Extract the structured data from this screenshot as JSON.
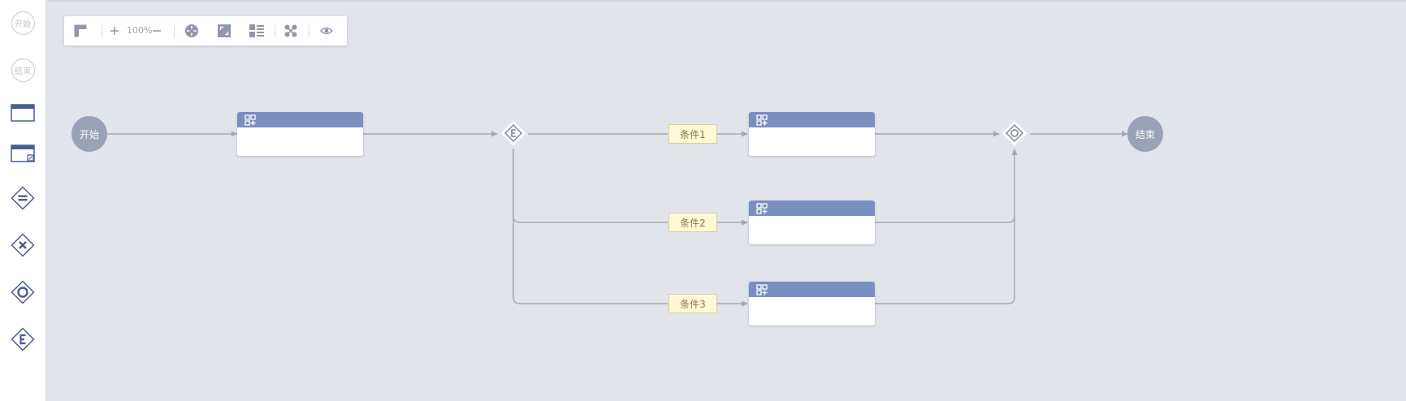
{
  "palette": {
    "start_label": "开始",
    "end_label": "结束",
    "items": [
      "start-event",
      "end-event",
      "user-task",
      "sub-process",
      "parallel-gateway",
      "exclusive-gateway",
      "inclusive-gateway",
      "event-gateway"
    ]
  },
  "toolbar": {
    "zoom_level": "100%",
    "tools": [
      "minimap",
      "zoom-in",
      "zoom-out",
      "fit-center",
      "actual-size",
      "auto-layout",
      "arrange",
      "preview"
    ]
  },
  "diagram": {
    "start_label": "开始",
    "end_label": "结束",
    "conditions": [
      "条件1",
      "条件2",
      "条件3"
    ],
    "gateways": [
      "event-gateway",
      "inclusive-gateway"
    ],
    "tasks": 4
  },
  "colors": {
    "canvas": "#e1e4ea",
    "task_header": "#7a8fc1",
    "circle_node": "#9aa2b5",
    "edge": "#a6a9b0",
    "condition_bg": "#fdf8d7",
    "icon": "#6f7ea8"
  }
}
